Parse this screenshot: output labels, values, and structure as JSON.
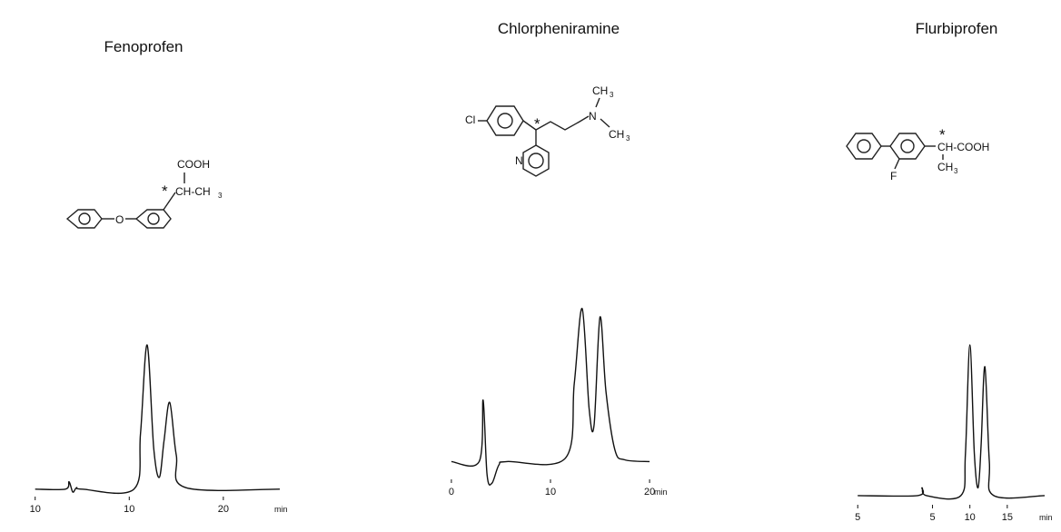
{
  "chart_data": [
    {
      "type": "line",
      "title": "Fenoprofen",
      "xlabel": "min",
      "x_tick_labels": [
        "10",
        "10",
        "20"
      ],
      "x_tick_positions": [
        0,
        10,
        20
      ],
      "xlim": [
        -2,
        26
      ],
      "ylim": [
        0,
        1
      ],
      "grid": false,
      "series": [
        {
          "x": [
            0,
            3.2,
            3.6,
            4.0,
            4.4,
            5.0,
            10.5,
            11.2,
            11.9,
            12.6,
            13.2,
            13.7,
            14.3,
            15.0,
            16.0,
            26
          ],
          "y": [
            0.02,
            0.02,
            0.07,
            0.0,
            0.03,
            0.02,
            0.02,
            0.4,
            1.0,
            0.3,
            0.1,
            0.35,
            0.61,
            0.25,
            0.03,
            0.02
          ]
        }
      ],
      "structure_labels": {
        "acid": "COOH",
        "chain": "CH-CH",
        "sub": "3",
        "oxygen": "O",
        "chiral": "*"
      }
    },
    {
      "type": "line",
      "title": "Chlorpheniramine",
      "xlabel": "min",
      "x_tick_labels": [
        "0",
        "10",
        "20"
      ],
      "x_tick_positions": [
        0,
        10,
        20
      ],
      "xlim": [
        -1,
        21
      ],
      "ylim": [
        -0.2,
        1
      ],
      "grid": false,
      "series": [
        {
          "x": [
            0,
            2.8,
            3.2,
            3.6,
            4.1,
            4.8,
            5.6,
            11.5,
            12.4,
            13.2,
            13.9,
            14.4,
            15.0,
            15.6,
            16.5,
            17.5,
            20
          ],
          "y": [
            0.08,
            0.08,
            0.45,
            0.0,
            -0.05,
            0.06,
            0.08,
            0.1,
            0.55,
            1.0,
            0.4,
            0.3,
            0.95,
            0.5,
            0.15,
            0.09,
            0.08
          ]
        }
      ],
      "structure_labels": {
        "chlorine": "Cl",
        "nitrogen": "N",
        "methyl": "CH",
        "sub": "3",
        "chiral": "*"
      }
    },
    {
      "type": "line",
      "title": "Flurbiprofen",
      "xlabel": "min",
      "x_tick_labels": [
        "5",
        "5",
        "10",
        "15"
      ],
      "x_tick_positions": [
        -5,
        5,
        10,
        15
      ],
      "xlim": [
        -6,
        20
      ],
      "ylim": [
        0,
        1
      ],
      "grid": false,
      "series": [
        {
          "x": [
            -5,
            3.0,
            3.6,
            4.2,
            8.8,
            9.4,
            10.0,
            10.6,
            11.1,
            11.5,
            12.0,
            12.6,
            13.2,
            20
          ],
          "y": [
            0.03,
            0.03,
            0.08,
            0.03,
            0.03,
            0.3,
            1.0,
            0.3,
            0.08,
            0.35,
            0.86,
            0.25,
            0.03,
            0.03
          ]
        }
      ],
      "structure_labels": {
        "acid": "CH-COOH",
        "fluorine": "F",
        "methyl": "CH",
        "sub": "3",
        "chiral": "*"
      }
    }
  ]
}
